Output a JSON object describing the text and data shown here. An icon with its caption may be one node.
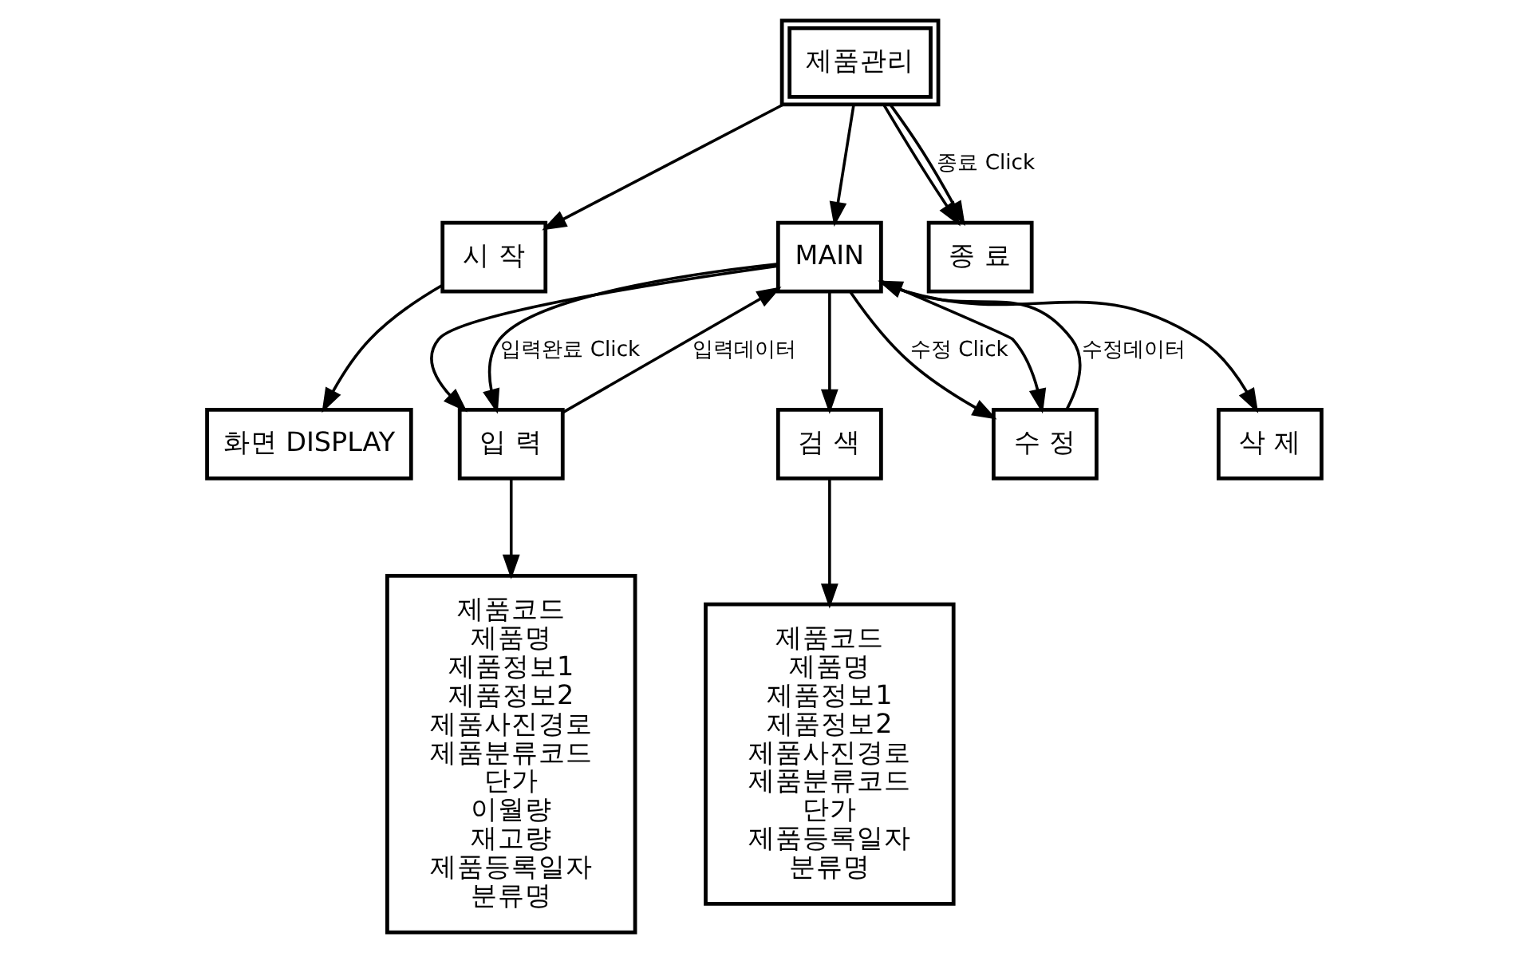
{
  "diagram": {
    "nodes": [
      {
        "text": [
          "제품관리"
        ]
      },
      {
        "text": [
          "시 작"
        ]
      },
      {
        "text": [
          "MAIN"
        ]
      },
      {
        "text": [
          "종 료"
        ]
      },
      {
        "text": [
          "화면 DISPLAY"
        ]
      },
      {
        "text": [
          "입 력"
        ]
      },
      {
        "text": [
          "검 색"
        ]
      },
      {
        "text": [
          "수 정"
        ]
      },
      {
        "text": [
          "삭 제"
        ]
      },
      {
        "text": [
          "제품코드",
          "제품명",
          "제품정보1",
          "제품정보2",
          "제품사진경로",
          "제품분류코드",
          "단가",
          "이월량",
          "재고량",
          "제품등록일자",
          "분류명"
        ]
      },
      {
        "text": [
          "제품코드",
          "제품명",
          "제품정보1",
          "제품정보2",
          "제품사진경로",
          "제품분류코드",
          "단가",
          "제품등록일자",
          "분류명"
        ]
      }
    ],
    "edges": [
      {
        "from": 0,
        "to": 1,
        "arrow": "to"
      },
      {
        "from": 0,
        "to": 2,
        "arrow": "to"
      },
      {
        "from": 0,
        "to": 3,
        "arrow": "to"
      },
      {
        "from": 0,
        "to": 3,
        "arrow": "to",
        "label": "종료 Click"
      },
      {
        "from": 1,
        "to": 4,
        "arrow": "to"
      },
      {
        "from": 5,
        "to": 2,
        "arrow": "to",
        "label": "입력데이터"
      },
      {
        "from": 2,
        "to": 5,
        "arrow": "to"
      },
      {
        "from": 2,
        "to": 5,
        "arrow": "to",
        "label": "입력완료 Click"
      },
      {
        "from": 2,
        "to": 6,
        "arrow": "to"
      },
      {
        "from": 7,
        "to": 2,
        "arrow": "to",
        "label": "수정데이터"
      },
      {
        "from": 2,
        "to": 7,
        "arrow": "to",
        "label": "수정 Click"
      },
      {
        "from": 2,
        "to": 7,
        "arrow": "to"
      },
      {
        "from": 2,
        "to": 8,
        "arrow": "to"
      },
      {
        "from": 5,
        "to": 9,
        "arrow": "to"
      },
      {
        "from": 6,
        "to": 10,
        "arrow": "to"
      }
    ]
  }
}
